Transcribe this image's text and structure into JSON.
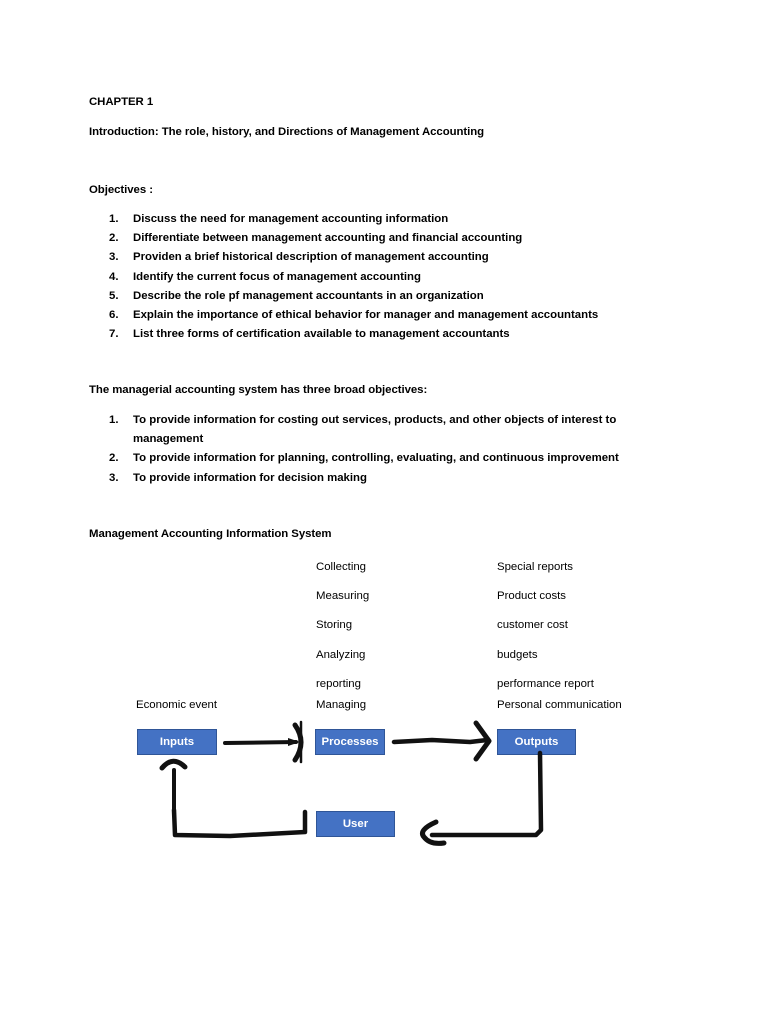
{
  "document": {
    "chapter_heading": "CHAPTER 1",
    "subtitle": "Introduction: The role, history, and Directions of Management Accounting",
    "objectives_label": "Objectives :",
    "objectives": [
      {
        "num": "1.",
        "text": "Discuss the need for management accounting information"
      },
      {
        "num": "2.",
        "text": "Differentiate between management accounting and financial accounting"
      },
      {
        "num": "3.",
        "text": "Providen a brief historical description of management accounting"
      },
      {
        "num": "4.",
        "text": "Identify the current focus of management accounting"
      },
      {
        "num": "5.",
        "text": "Describe the role pf management accountants in an organization"
      },
      {
        "num": "6.",
        "text": "Explain the importance of ethical behavior for manager and management accountants"
      },
      {
        "num": "7.",
        "text": "List three forms of certification available to management accountants"
      }
    ],
    "broad_objectives_heading": "The managerial accounting system has three broad objectives:",
    "broad_objectives": [
      {
        "num": "1.",
        "text": "To provide information for costing out services, products, and other objects of interest to management"
      },
      {
        "num": "2.",
        "text": "To provide information for planning, controlling, evaluating, and continuous improvement"
      },
      {
        "num": "3.",
        "text": "To provide information for decision making"
      }
    ]
  },
  "diagram": {
    "heading": "Management Accounting Information System",
    "activities_column": [
      "Collecting",
      "Measuring",
      "Storing",
      "Analyzing",
      "reporting",
      "Managing"
    ],
    "outputs_column": [
      "Special reports",
      "Product costs",
      "customer cost",
      "budgets",
      "performance report",
      "Personal communication"
    ],
    "labels": {
      "economic_event": "Economic event",
      "managing": "Managing",
      "personal_communication": "Personal communication"
    },
    "boxes": {
      "inputs": "Inputs",
      "processes": "Processes",
      "outputs": "Outputs",
      "user": "User"
    },
    "colors": {
      "box_fill": "#4472C4",
      "box_border": "#2F5597",
      "box_text": "#FFFFFF",
      "ink": "#000000"
    }
  }
}
